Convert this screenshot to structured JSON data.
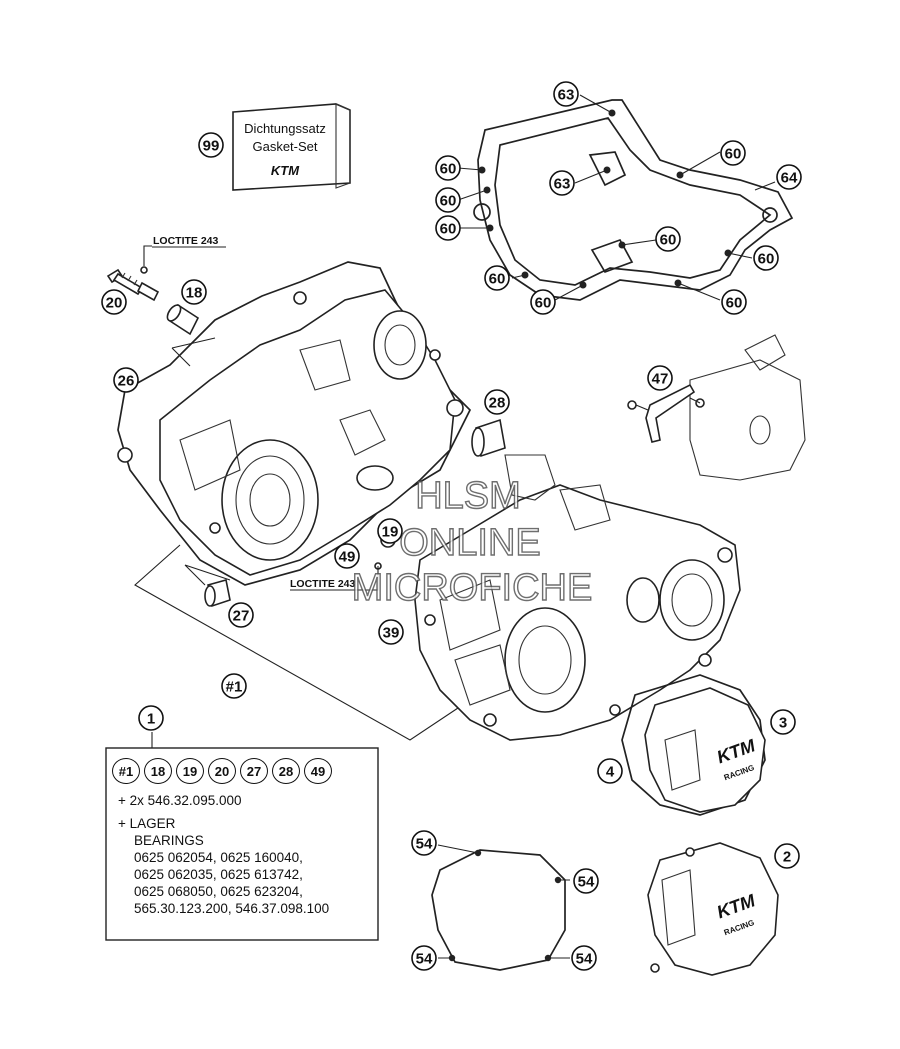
{
  "gasket_set_box": {
    "line1": "Dichtungssatz",
    "line2": "Gasket-Set",
    "brand": "KTM"
  },
  "loctite_labels": [
    "LOCTITE 243",
    "LOCTITE 243"
  ],
  "callouts": {
    "c99": "99",
    "c20": "20",
    "c18": "18",
    "c26": "26",
    "c28": "28",
    "c19": "19",
    "c49": "49",
    "c27": "27",
    "c39": "39",
    "c_h1": "#1",
    "c47": "47",
    "c63a": "63",
    "c63b": "63",
    "c64": "64",
    "c60a": "60",
    "c60b": "60",
    "c60c": "60",
    "c60d": "60",
    "c60e": "60",
    "c60f": "60",
    "c60g": "60",
    "c60h": "60",
    "c60i": "60",
    "c1": "1",
    "c3": "3",
    "c4": "4",
    "c2": "2",
    "c54a": "54",
    "c54b": "54",
    "c54c": "54",
    "c54d": "54"
  },
  "parts_kit": {
    "items": [
      "#1",
      "18",
      "19",
      "20",
      "27",
      "28",
      "49"
    ],
    "line_qty": "+ 2x 546.32.095.000",
    "line_lager": "+ LAGER",
    "line_bearings": "BEARINGS",
    "numbers": [
      "0625 062054, 0625 160040,",
      "0625 062035, 0625 613742,",
      "0625 068050, 0625 623204,",
      "565.30.123.200, 546.37.098.100"
    ]
  },
  "cover_brand": [
    "KTM",
    "KTM"
  ],
  "cover_sub": [
    "RACING",
    "RACING"
  ],
  "watermark": [
    "HLSM",
    "ONLINE",
    "MICROFICHE"
  ]
}
